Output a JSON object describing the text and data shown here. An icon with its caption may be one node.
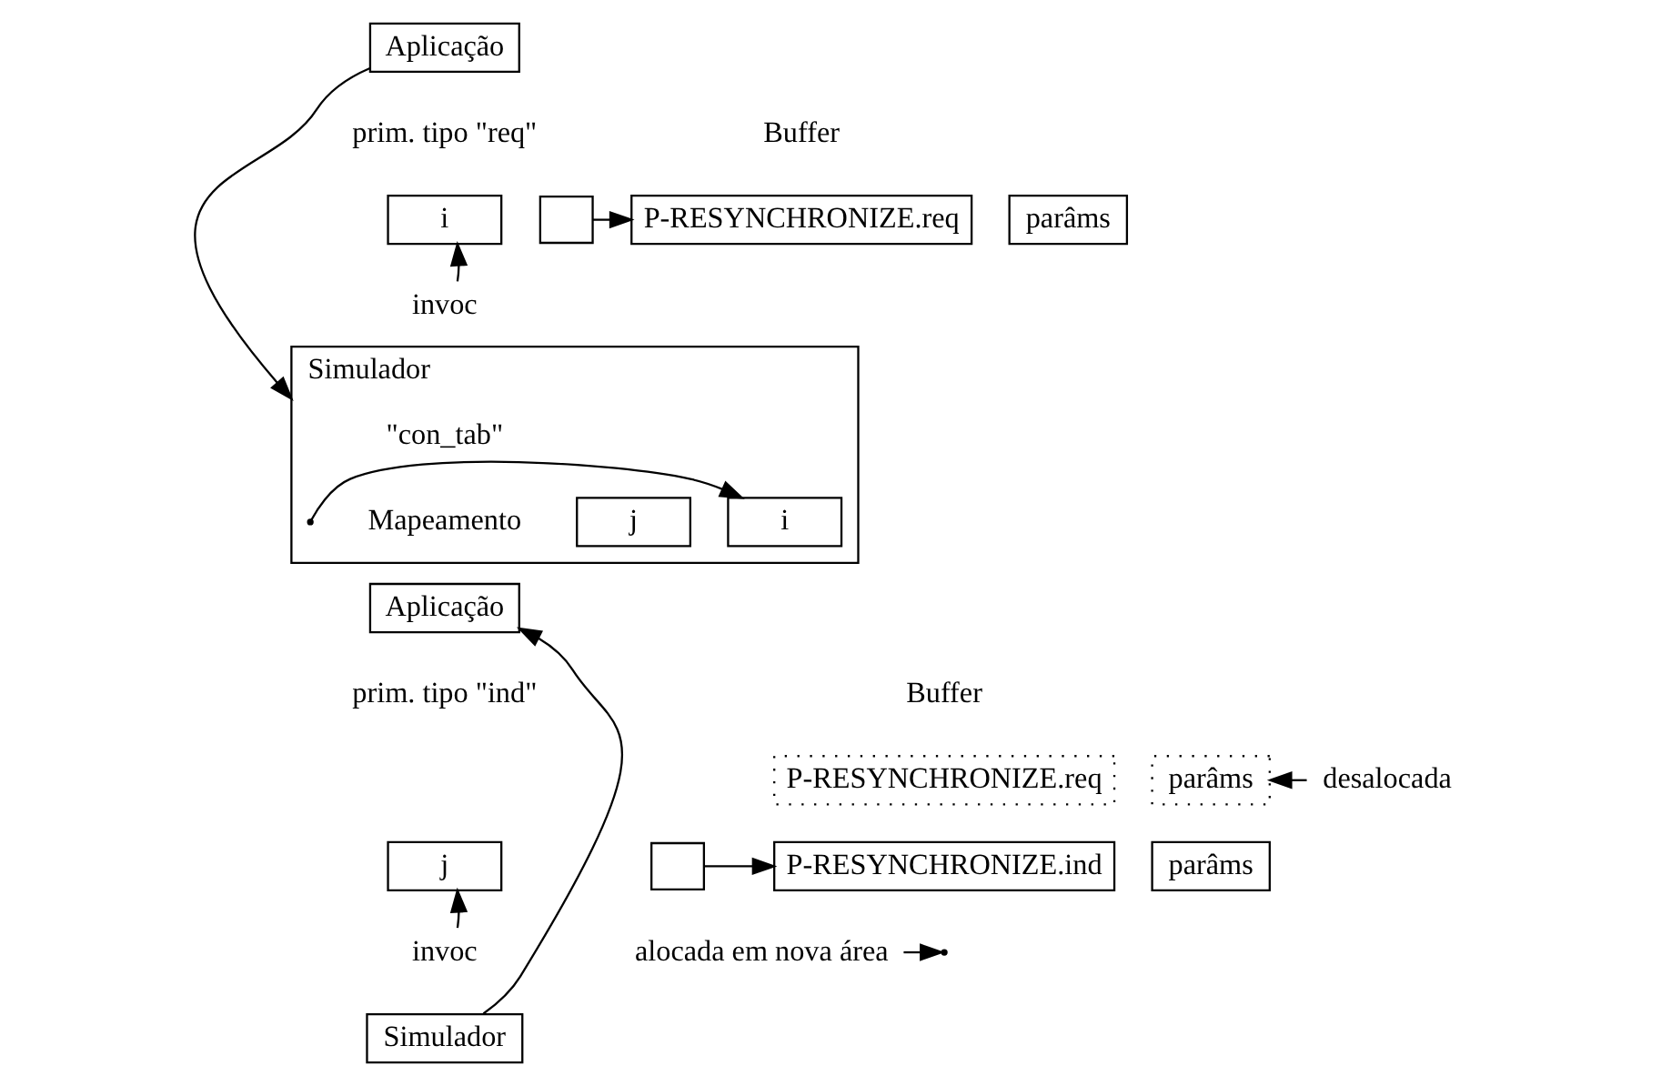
{
  "diagram": {
    "nodes": [
      {
        "text": [
          "Aplicação"
        ]
      },
      {
        "text": [
          "i"
        ]
      },
      {
        "text": [],
        "shape": "box"
      },
      {
        "text": [
          "invoc"
        ]
      },
      {
        "text": [
          "Simulador"
        ]
      },
      {
        "text": [
          "i"
        ],
        "in": 4
      },
      {
        "text": [
          "j"
        ],
        "in": 4
      },
      {
        "text": [
          "P-RESYNCHRONIZE.req"
        ]
      },
      {
        "text": [
          "parâms"
        ]
      },
      {
        "text": [
          "Aplicação"
        ]
      },
      {
        "text": [
          "j"
        ]
      },
      {
        "text": [],
        "shape": "box"
      },
      {
        "text": [
          "invoc"
        ]
      },
      {
        "text": [
          "Simulador"
        ]
      },
      {
        "text": [
          "P-RESYNCHRONIZE.req"
        ]
      },
      {
        "text": [
          "parâms"
        ]
      },
      {
        "text": [
          "P-RESYNCHRONIZE.ind"
        ]
      },
      {
        "text": [
          "parâms"
        ]
      },
      {
        "text": [
          "desalocada"
        ]
      },
      {
        "text": [
          "alocada em nova área"
        ]
      }
    ],
    "edges": [
      {
        "from": 0,
        "to": 4,
        "arrow": "to"
      },
      {
        "from": 3,
        "to": 1,
        "arrow": "to"
      },
      {
        "from": null,
        "to": 5,
        "arrow": "to"
      },
      {
        "from": 2,
        "to": 7,
        "arrow": "to"
      },
      {
        "from": 13,
        "to": 9,
        "arrow": "to"
      },
      {
        "from": 12,
        "to": 10,
        "arrow": "to"
      },
      {
        "from": 11,
        "to": 16,
        "arrow": "to"
      },
      {
        "from": 18,
        "to": 15,
        "arrow": "to"
      },
      {
        "from": 19,
        "to": null,
        "arrow": "to"
      }
    ],
    "labels": [
      "prim. tipo \"req\"",
      "Buffer",
      "\"con_tab\"",
      "Mapeamento",
      "prim. tipo \"ind\"",
      "Buffer"
    ]
  }
}
